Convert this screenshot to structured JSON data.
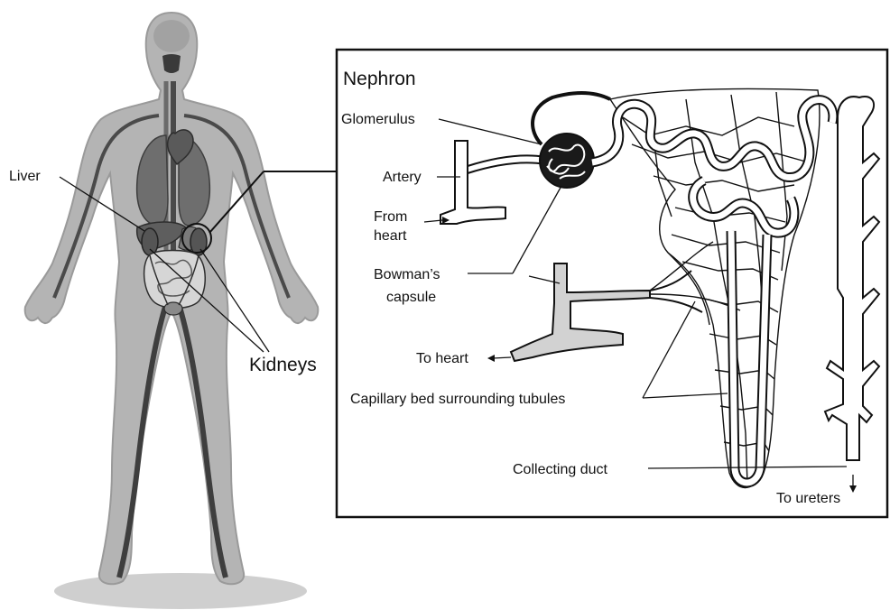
{
  "labels": {
    "liver": "Liver",
    "kidneys": "Kidneys",
    "nephron": "Nephron",
    "glomerulus": "Glomerulus",
    "artery": "Artery",
    "from_heart_1": "From",
    "from_heart_2": "heart",
    "bowmans_1": "Bowman’s",
    "bowmans_2": "capsule",
    "to_heart": "To heart",
    "capillary_bed": "Capillary bed surrounding tubules",
    "collecting_duct": "Collecting duct",
    "to_ureters": "To ureters"
  },
  "colors": {
    "body_fill": "#b4b4b4",
    "body_outline": "#9a9a9a",
    "vessels": "#4a4a4a",
    "organs": "#6e6e6e",
    "ink": "#111111"
  }
}
